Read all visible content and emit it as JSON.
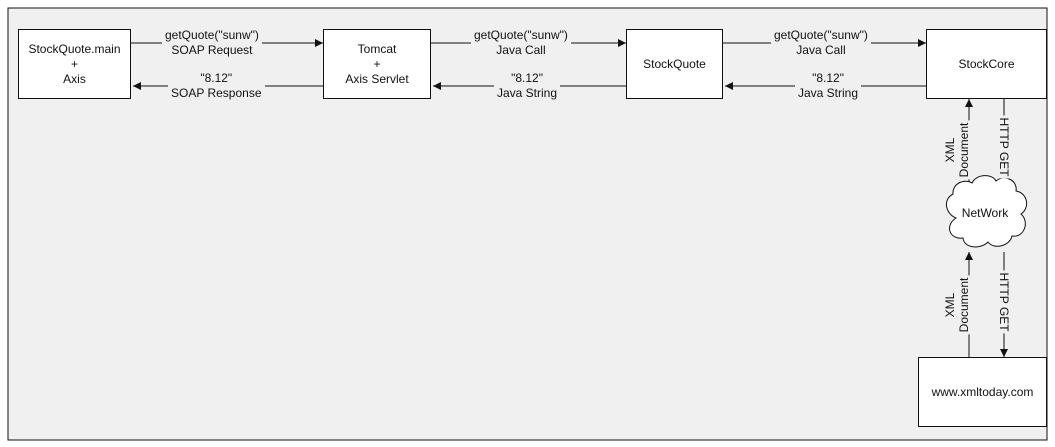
{
  "nodes": {
    "client": {
      "line1": "StockQuote.main",
      "line2": "+",
      "line3": "Axis"
    },
    "tomcat": {
      "line1": "Tomcat",
      "line2": "+",
      "line3": "Axis Servlet"
    },
    "stockquote": {
      "line1": "StockQuote"
    },
    "stockcore": {
      "line1": "StockCore"
    },
    "network": {
      "line1": "NetWork"
    },
    "xmltoday": {
      "line1": "www.xmltoday.com"
    }
  },
  "edges": {
    "soap_request": {
      "line1": "getQuote(\"sunw\")",
      "line2": "SOAP Request"
    },
    "soap_response": {
      "line1": "\"8.12\"",
      "line2": "SOAP Response"
    },
    "java_call_1": {
      "line1": "getQuote(\"sunw\")",
      "line2": "Java Call"
    },
    "java_string_1": {
      "line1": "\"8.12\"",
      "line2": "Java String"
    },
    "java_call_2": {
      "line1": "getQuote(\"sunw\")",
      "line2": "Java Call"
    },
    "java_string_2": {
      "line1": "\"8.12\"",
      "line2": "Java String"
    },
    "xml_doc_upper": {
      "line1": "XML",
      "line2": "Document"
    },
    "http_get_upper": {
      "line1": "HTTP GET"
    },
    "xml_doc_lower": {
      "line1": "XML",
      "line2": "Document"
    },
    "http_get_lower": {
      "line1": "HTTP GET"
    }
  },
  "colors": {
    "background": "#f0f0f0",
    "stroke": "#111111",
    "box": "#ffffff"
  }
}
